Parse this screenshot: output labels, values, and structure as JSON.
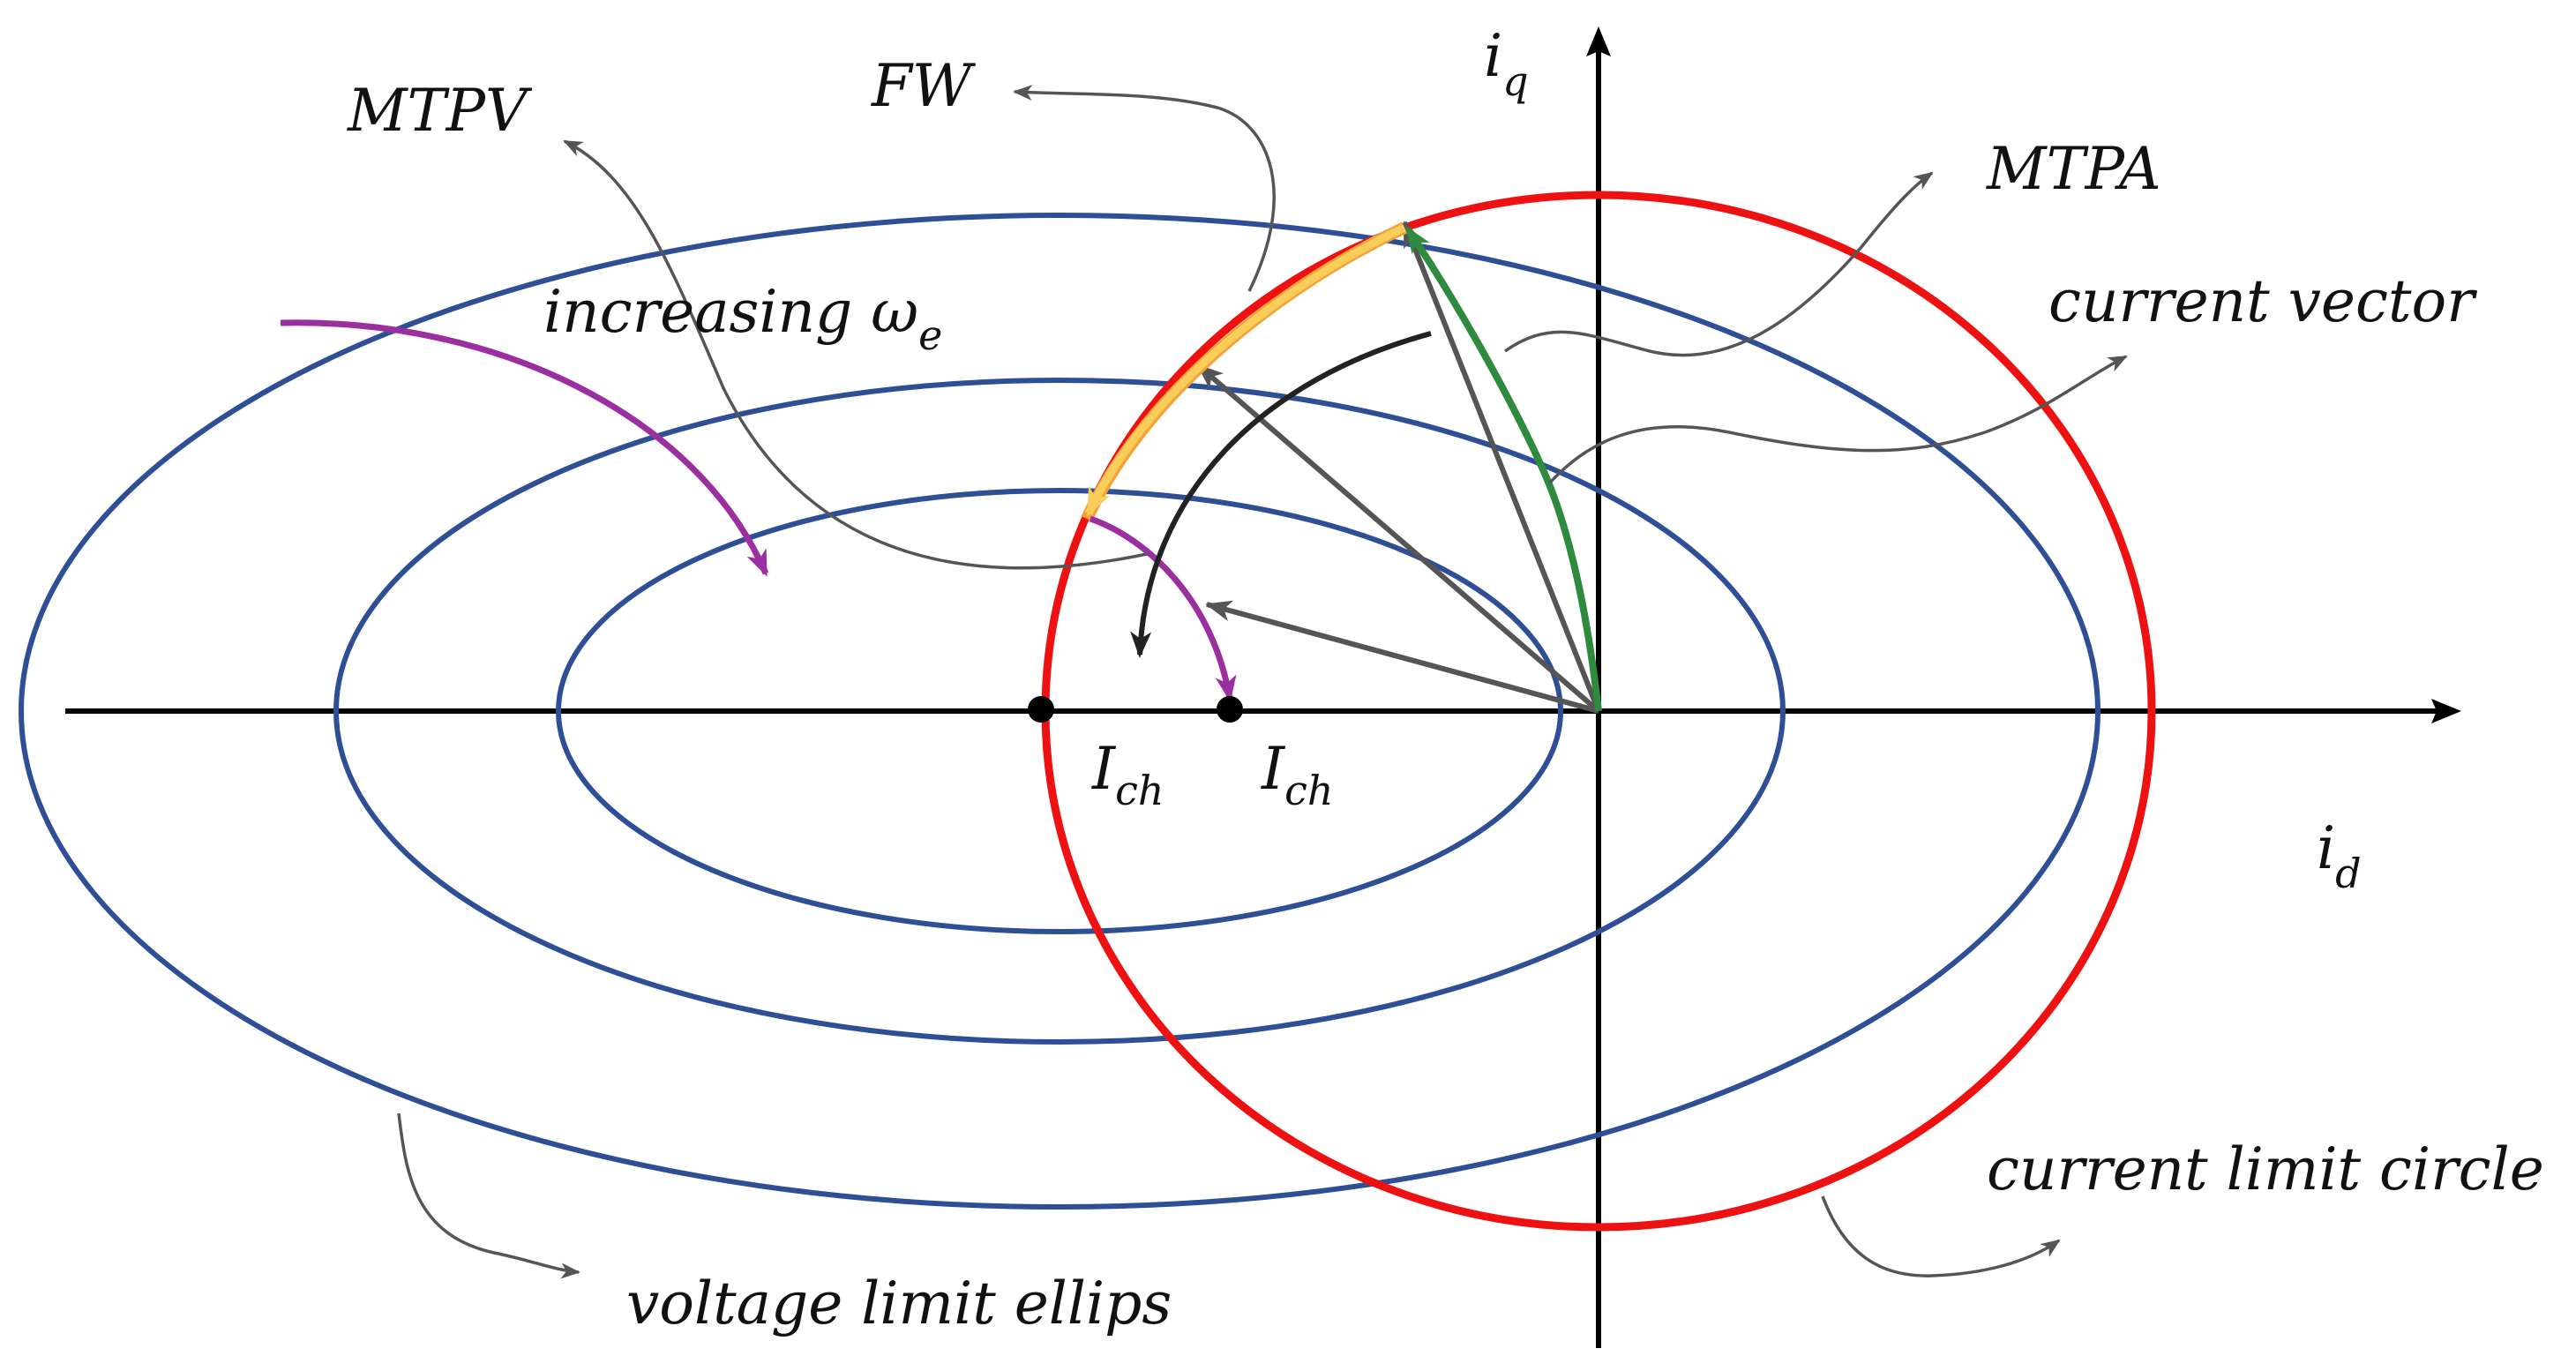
{
  "labels": {
    "iq_main": "i",
    "iq_sub": "q",
    "id_main": "i",
    "id_sub": "d",
    "mtpv": "MTPV",
    "fw": "FW",
    "mtpa": "MTPA",
    "increasing_main": "increasing ω",
    "increasing_sub": "e",
    "current_vector": "current vector",
    "ich1_main": "I",
    "ich1_sub": "ch",
    "ich2_main": "I",
    "ich2_sub": "ch",
    "voltage_limit": "voltage limit ellips",
    "current_limit": "current limit circle"
  },
  "colors": {
    "voltage_ellipse": "#2e4f96",
    "current_circle": "#ee1111",
    "mtpa_curve": "#2e8b3e",
    "fw_curve": "#f9cd5a",
    "speed_arrow": "#9b2fa0",
    "current_vector": "#555555",
    "axis": "#000000"
  }
}
